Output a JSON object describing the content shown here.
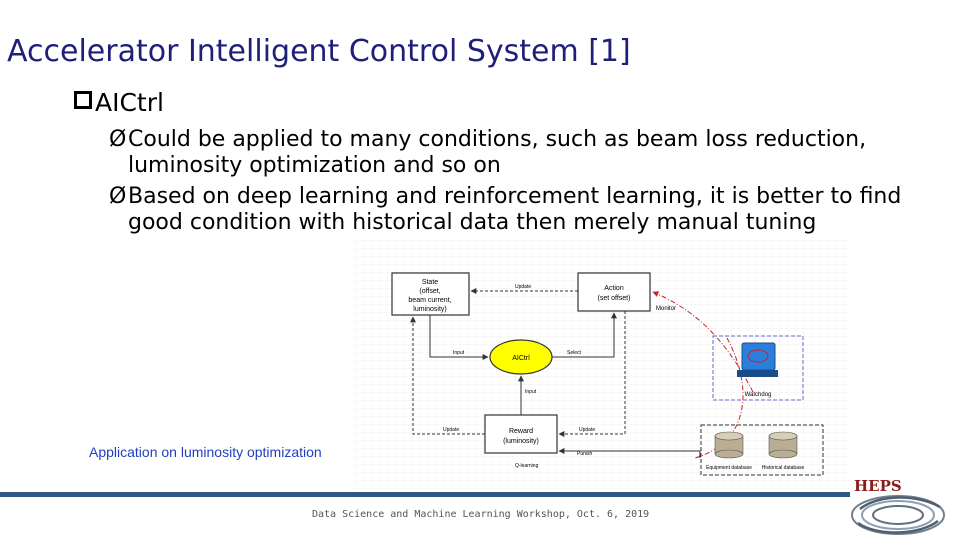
{
  "slide": {
    "title": "Accelerator Intelligent Control System [1]",
    "bullet": "AICtrl",
    "points": [
      "Could be applied to many conditions, such as beam loss reduction, luminosity optimization and so on",
      "Based on deep learning and reinforcement learning, it is better to find good condition with historical data then merely manual tuning"
    ],
    "arrow_glyph": "Ø",
    "caption": "Application on luminosity optimization"
  },
  "diagram": {
    "state_lines": [
      "State",
      "(offset,",
      "beam current,",
      "luminosity)"
    ],
    "action_lines": [
      "Action",
      "(set offset)"
    ],
    "core": "AICtrl",
    "reward_lines": [
      "Reward",
      "(luminosity)"
    ],
    "edges": {
      "update_top": "Update",
      "monitor": "Monitor",
      "input": "Input",
      "select": "Select",
      "input_lower": "Input",
      "update_left": "Update",
      "update_right": "Update",
      "punish": "Punish",
      "qlearning": "Q-learning"
    },
    "watchdog": "Watchdog",
    "databases": [
      "Equipment database",
      "Historical database"
    ]
  },
  "footer": {
    "workshop": "Data Science and Machine Learning Workshop, Oct. 6, 2019",
    "brand": "HEPS"
  },
  "colors": {
    "title": "#1f1f7a",
    "caption": "#1f3fbf",
    "bar": "#2e5a88",
    "core_fill": "#ffff00",
    "monitor_arrow": "#cc2222",
    "watchdog_frame": "#6666cc",
    "brand": "#8b1a1a"
  }
}
